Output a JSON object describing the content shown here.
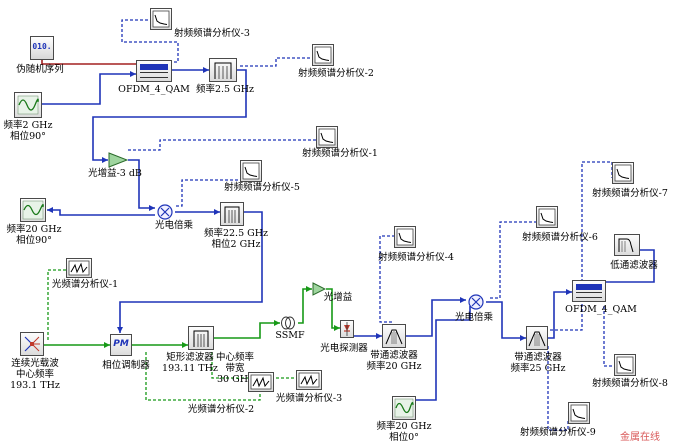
{
  "labels": {
    "prbs": "伪随机序列",
    "sine1": [
      "频率2 GHz",
      "相位90°"
    ],
    "ofdm1": "OFDM_4_QAM",
    "rfsa3": "射频频谱分析仪-3",
    "filt1": "频率2.5 GHz",
    "rfsa2": "射频频谱分析仪-2",
    "rfsa1": "射频频谱分析仪-1",
    "amp1": "光增益-3 dB",
    "rfsa5": "射频频谱分析仪-5",
    "mult1": "光电倍乘",
    "sine2": [
      "频率20 GHz",
      "相位90°"
    ],
    "filt2": [
      "频率22.5 GHz",
      "相位2 GHz"
    ],
    "osa1": "光频谱分析仪-1",
    "laser": [
      "连续光载波",
      "中心频率",
      "193.1 THz"
    ],
    "pm": "相位调制器",
    "rect": [
      "矩形滤波器",
      "193.11 THz"
    ],
    "center": [
      "中心频率",
      "带宽",
      "30 GHz"
    ],
    "ssmf": "SSMF",
    "amp2": "光增益",
    "det": "光电探测器",
    "osa2": "光频谱分析仪-2",
    "osa3": "光频谱分析仪-3",
    "rfsa4": "射频频谱分析仪-4",
    "bpf1": [
      "带通滤波器",
      "频率20 GHz"
    ],
    "sine3": [
      "频率20 GHz",
      "相位0°"
    ],
    "mult2": "光电倍乘",
    "rfsa6": "射频频谱分析仪-6",
    "bpf2": [
      "带通滤波器",
      "频率25 GHz"
    ],
    "rfsa7": "射频频谱分析仪-7",
    "lpf": "低通滤波器",
    "ofdm2": "OFDM_4_QAM",
    "rfsa8": "射频频谱分析仪-8",
    "rfsa9": "射频频谱分析仪-9"
  },
  "component_text": {
    "prbs_code": "010.",
    "pm_code": "PM"
  },
  "watermark": "金属在线",
  "colors": {
    "electrical_signal": "#1f34b8",
    "optical_signal": "#179917",
    "binary_signal": "#a32020",
    "monitor_link": "#1f34b8"
  }
}
